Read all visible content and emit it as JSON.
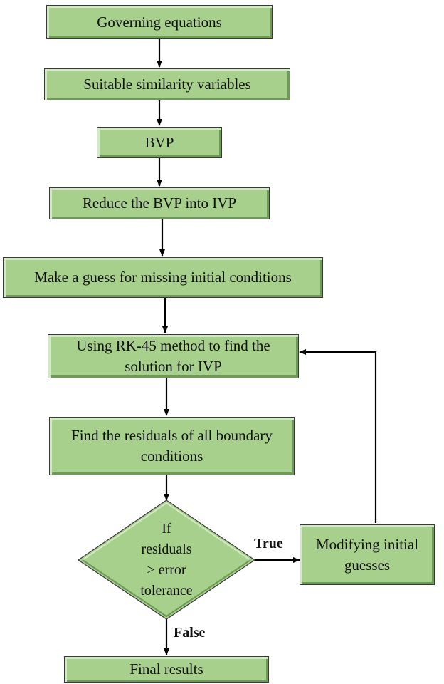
{
  "nodes": {
    "governing": "Governing equations",
    "similarity": "Suitable similarity variables",
    "bvp": "BVP",
    "reduce": "Reduce the BVP into IVP",
    "guess": "Make a guess for missing initial conditions",
    "rk45": "Using RK-45 method to find the\nsolution for IVP",
    "residuals": "Find the residuals of all boundary\nconditions",
    "decision": "If\nresiduals\n> error\ntolerance",
    "modify": "Modifying initial\nguesses",
    "final": "Final results"
  },
  "edges": {
    "true_label": "True",
    "false_label": "False"
  },
  "colors": {
    "box_fill": "#a8d08d",
    "box_border": "#3a3a3a",
    "arrow": "#000000"
  }
}
